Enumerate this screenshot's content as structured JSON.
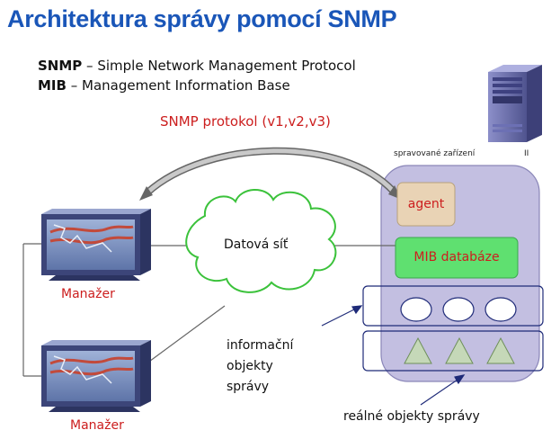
{
  "title": "Architektura správy pomocí SNMP",
  "definitions": [
    {
      "abbr": "SNMP",
      "sep": " – ",
      "text": "Simple Network Management Protocol"
    },
    {
      "abbr": "MIB",
      "sep": " – ",
      "text": "Management Information Base"
    }
  ],
  "protocol_label": "SNMP protokol (v1,v2,v3)",
  "managed_device_label": "spravované  zařízení",
  "server_label": "II",
  "network_label": "Datová síť",
  "manager_labels": [
    "Manažer",
    "Manažer"
  ],
  "agent_label": "agent",
  "mib_label": "MIB  databáze",
  "info_objects_lines": [
    "informační",
    "objekty",
    "správy"
  ],
  "real_objects_label": "reálné objekty správy",
  "colors": {
    "title": "#1a56b8",
    "accent_red": "#cc1e1e",
    "device_fill": "#b9b4dc",
    "agent_fill": "#e9d3b5",
    "mib_fill": "#5fe070",
    "cloud_fill": "#ffffff",
    "cloud_stroke": "#3bc23b"
  }
}
